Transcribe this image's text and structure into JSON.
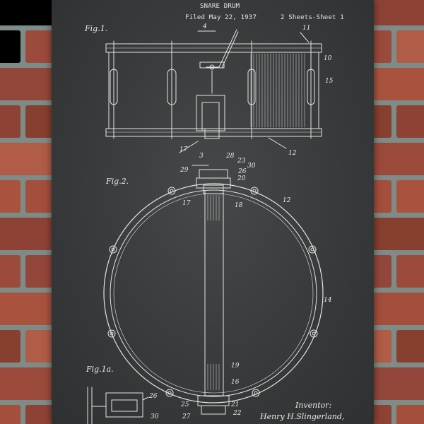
{
  "patent": {
    "title": "SNARE DRUM",
    "filed": "Filed May 22, 1937",
    "sheets": "2 Sheets-Sheet 1"
  },
  "figures": {
    "fig1": "Fig.1.",
    "fig2": "Fig.2.",
    "fig1a": "Fig.1a."
  },
  "inventor": {
    "label": "Inventor:",
    "name": "Henry H.Slingerland,"
  },
  "ref_numbers": {
    "n11": "11",
    "n4_top": "4",
    "n10": "10",
    "n15": "15",
    "n17_fig1": "17",
    "n12_fig1": "12",
    "n3": "3",
    "n28": "28",
    "n23": "23",
    "n30": "30",
    "n29": "29",
    "n26": "26",
    "n20": "20",
    "n17_fig2": "17",
    "n18": "18",
    "n12_fig2": "12",
    "n14": "14",
    "n19": "19",
    "n16": "16",
    "n21": "21",
    "n25": "25",
    "n22": "22",
    "n27": "27",
    "n26_fig1a": "26",
    "n30_fig1a": "30"
  },
  "colors": {
    "chalkboard": "#3a3c3d",
    "chalk_line": "#e6e6e6",
    "brick": "#9c4a3c",
    "mortar": "#7d8c88"
  }
}
